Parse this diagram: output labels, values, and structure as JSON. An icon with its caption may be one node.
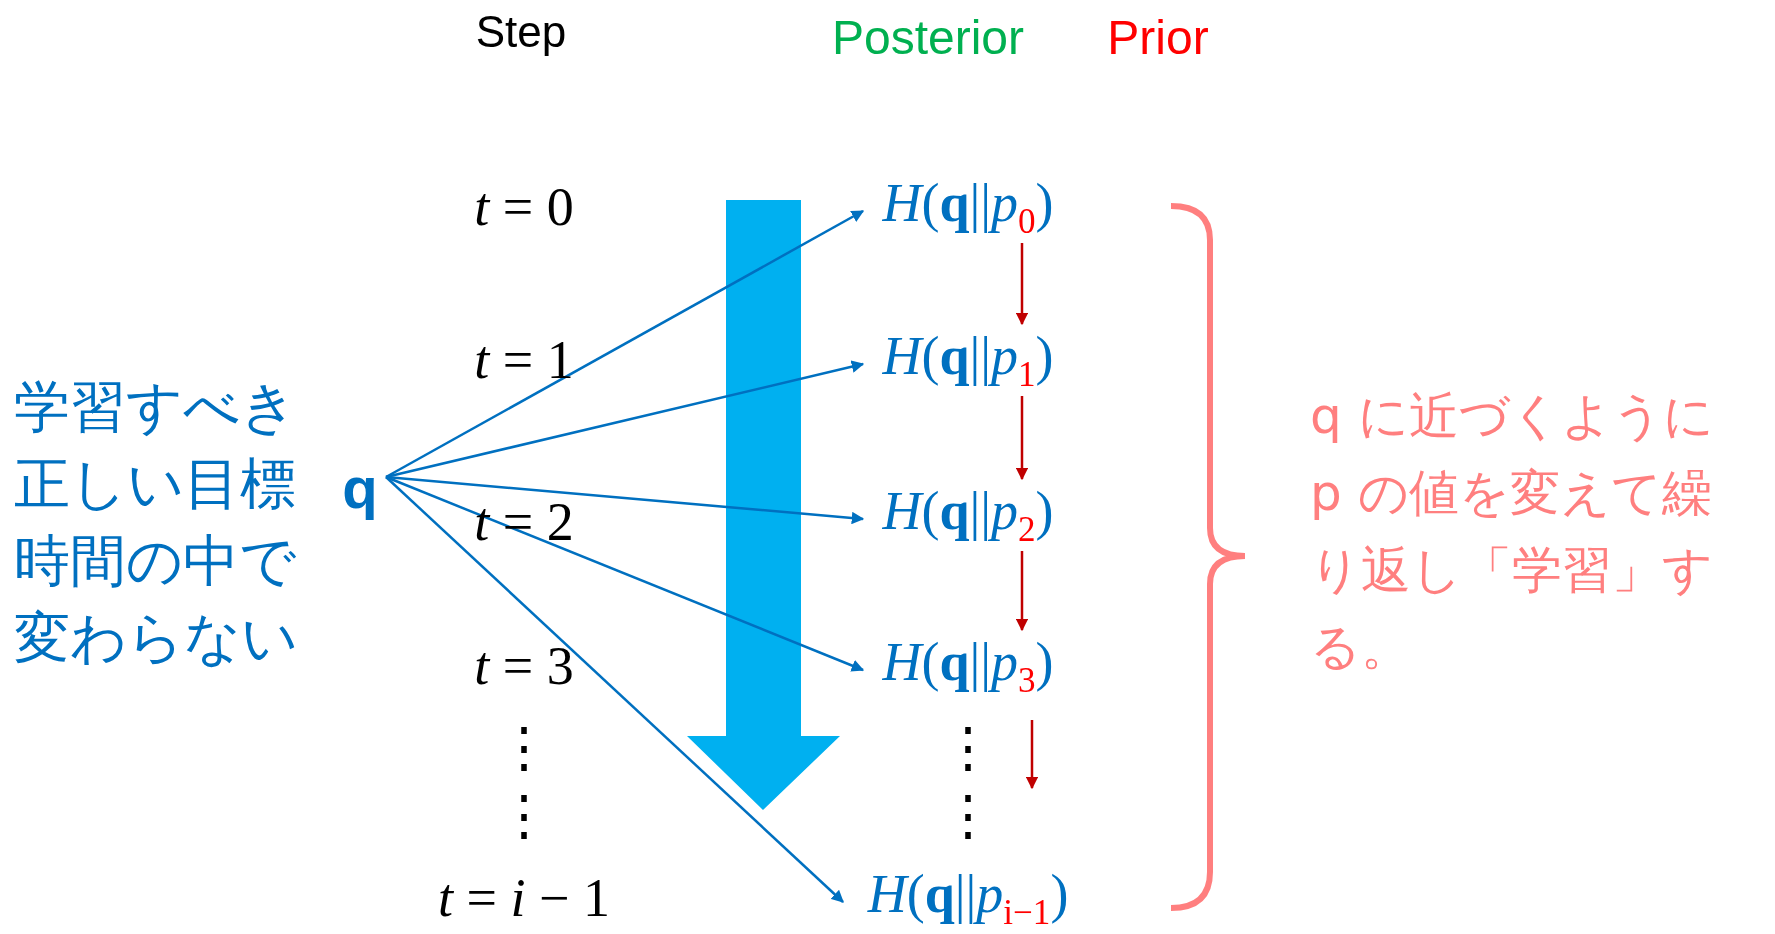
{
  "diagram": {
    "nodes": [
      {
        "text": [
          "q"
        ]
      },
      {
        "text": [
          "*H*(**q**||*p*$_{0}$)"
        ]
      },
      {
        "text": [
          "*H*(**q**||*p*$_{1}$)"
        ]
      },
      {
        "text": [
          "*H*(**q**||*p*$_{2}$)"
        ]
      },
      {
        "text": [
          "*H*(**q**||*p*$_{3}$)"
        ]
      },
      {
        "text": [
          "*H*(**q**||*p*$_{i−1}$)"
        ]
      }
    ],
    "edges": [
      {
        "from": 0,
        "to": 1,
        "arrow": "to"
      },
      {
        "from": 0,
        "to": 2,
        "arrow": "to"
      },
      {
        "from": 0,
        "to": 3,
        "arrow": "to"
      },
      {
        "from": 0,
        "to": 4,
        "arrow": "to"
      },
      {
        "from": 0,
        "to": 5,
        "arrow": "to"
      },
      {
        "from": 1,
        "to": 2,
        "arrow": "to",
        "color": "#c00000"
      },
      {
        "from": 2,
        "to": 3,
        "arrow": "to",
        "color": "#c00000"
      },
      {
        "from": 3,
        "to": 4,
        "arrow": "to",
        "color": "#c00000"
      },
      {
        "from": 4,
        "to": null,
        "arrow": "to",
        "color": "#c00000"
      }
    ],
    "labels": [
      "Step",
      "Posterior",
      "Prior",
      "学習すべき正しい目標時間の中で変わらない",
      "*t* = 0",
      "*t* = 1",
      "*t* = 2",
      "*t* = 3",
      "⋮",
      "⋮",
      "*t* = *i* − 1",
      "⋮",
      "⋮",
      "q に近づくようにp の値を変えて繰り返し「学習」する。"
    ]
  }
}
